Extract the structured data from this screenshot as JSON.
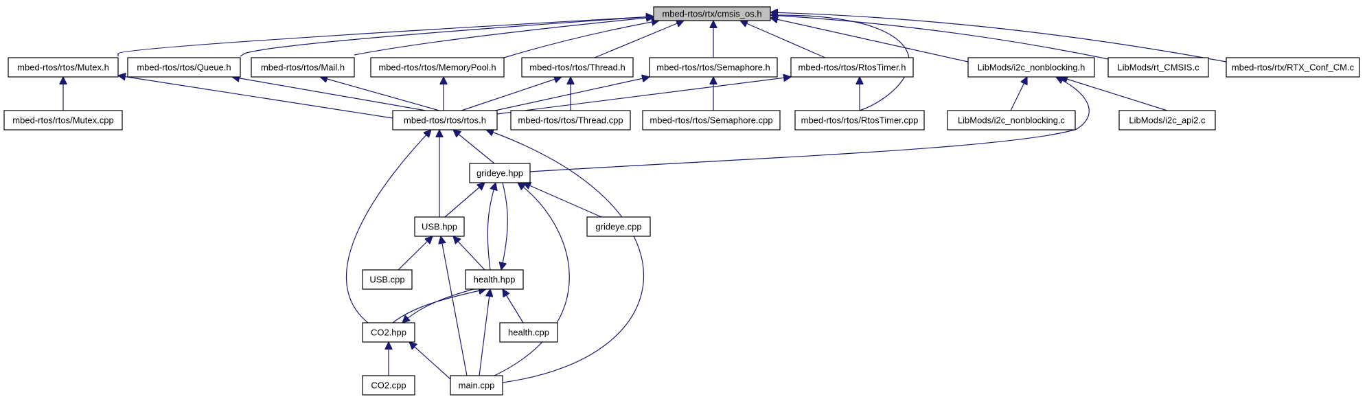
{
  "graph": {
    "nodes": [
      {
        "id": "cmsis_os_h",
        "label": "mbed-rtos/rtx/cmsis_os.h",
        "root": true
      },
      {
        "id": "mutex_h",
        "label": "mbed-rtos/rtos/Mutex.h"
      },
      {
        "id": "queue_h",
        "label": "mbed-rtos/rtos/Queue.h"
      },
      {
        "id": "mail_h",
        "label": "mbed-rtos/rtos/Mail.h"
      },
      {
        "id": "memorypool_h",
        "label": "mbed-rtos/rtos/MemoryPool.h"
      },
      {
        "id": "thread_h",
        "label": "mbed-rtos/rtos/Thread.h"
      },
      {
        "id": "semaphore_h",
        "label": "mbed-rtos/rtos/Semaphore.h"
      },
      {
        "id": "rtostimer_h",
        "label": "mbed-rtos/rtos/RtosTimer.h"
      },
      {
        "id": "i2c_nonblocking_h",
        "label": "LibMods/i2c_nonblocking.h"
      },
      {
        "id": "rt_cmsis_c",
        "label": "LibMods/rt_CMSIS.c"
      },
      {
        "id": "rtx_conf_cm_c",
        "label": "mbed-rtos/rtx/RTX_Conf_CM.c"
      },
      {
        "id": "mutex_cpp",
        "label": "mbed-rtos/rtos/Mutex.cpp"
      },
      {
        "id": "rtos_h",
        "label": "mbed-rtos/rtos/rtos.h"
      },
      {
        "id": "thread_cpp",
        "label": "mbed-rtos/rtos/Thread.cpp"
      },
      {
        "id": "semaphore_cpp",
        "label": "mbed-rtos/rtos/Semaphore.cpp"
      },
      {
        "id": "rtostimer_cpp",
        "label": "mbed-rtos/rtos/RtosTimer.cpp"
      },
      {
        "id": "i2c_nonblocking_c",
        "label": "LibMods/i2c_nonblocking.c"
      },
      {
        "id": "i2c_api2_c",
        "label": "LibMods/i2c_api2.c"
      },
      {
        "id": "grideye_hpp",
        "label": "grideye.hpp"
      },
      {
        "id": "usb_hpp",
        "label": "USB.hpp"
      },
      {
        "id": "grideye_cpp",
        "label": "grideye.cpp"
      },
      {
        "id": "usb_cpp",
        "label": "USB.cpp"
      },
      {
        "id": "health_hpp",
        "label": "health.hpp"
      },
      {
        "id": "co2_hpp",
        "label": "CO2.hpp"
      },
      {
        "id": "health_cpp",
        "label": "health.cpp"
      },
      {
        "id": "co2_cpp",
        "label": "CO2.cpp"
      },
      {
        "id": "main_cpp",
        "label": "main.cpp"
      }
    ],
    "edges": [
      {
        "from": "mutex_h",
        "to": "cmsis_os_h"
      },
      {
        "from": "queue_h",
        "to": "cmsis_os_h"
      },
      {
        "from": "mail_h",
        "to": "cmsis_os_h"
      },
      {
        "from": "memorypool_h",
        "to": "cmsis_os_h"
      },
      {
        "from": "thread_h",
        "to": "cmsis_os_h"
      },
      {
        "from": "semaphore_h",
        "to": "cmsis_os_h"
      },
      {
        "from": "rtostimer_h",
        "to": "cmsis_os_h"
      },
      {
        "from": "rtostimer_cpp",
        "to": "cmsis_os_h"
      },
      {
        "from": "i2c_nonblocking_h",
        "to": "cmsis_os_h"
      },
      {
        "from": "rt_cmsis_c",
        "to": "cmsis_os_h"
      },
      {
        "from": "rtx_conf_cm_c",
        "to": "cmsis_os_h"
      },
      {
        "from": "mutex_cpp",
        "to": "mutex_h"
      },
      {
        "from": "rtos_h",
        "to": "mutex_h"
      },
      {
        "from": "rtos_h",
        "to": "queue_h"
      },
      {
        "from": "rtos_h",
        "to": "mail_h"
      },
      {
        "from": "rtos_h",
        "to": "memorypool_h"
      },
      {
        "from": "rtos_h",
        "to": "thread_h"
      },
      {
        "from": "thread_cpp",
        "to": "thread_h"
      },
      {
        "from": "rtos_h",
        "to": "semaphore_h"
      },
      {
        "from": "semaphore_cpp",
        "to": "semaphore_h"
      },
      {
        "from": "rtos_h",
        "to": "rtostimer_h"
      },
      {
        "from": "rtostimer_cpp",
        "to": "rtostimer_h"
      },
      {
        "from": "i2c_nonblocking_c",
        "to": "i2c_nonblocking_h"
      },
      {
        "from": "i2c_api2_c",
        "to": "i2c_nonblocking_h"
      },
      {
        "from": "grideye_hpp",
        "to": "i2c_nonblocking_h"
      },
      {
        "from": "grideye_hpp",
        "to": "rtos_h"
      },
      {
        "from": "usb_hpp",
        "to": "rtos_h"
      },
      {
        "from": "co2_hpp",
        "to": "rtos_h"
      },
      {
        "from": "main_cpp",
        "to": "rtos_h"
      },
      {
        "from": "usb_hpp",
        "to": "grideye_hpp"
      },
      {
        "from": "grideye_cpp",
        "to": "grideye_hpp"
      },
      {
        "from": "health_hpp",
        "to": "grideye_hpp"
      },
      {
        "from": "grideye_hpp",
        "to": "health_hpp"
      },
      {
        "from": "main_cpp",
        "to": "grideye_hpp"
      },
      {
        "from": "usb_cpp",
        "to": "usb_hpp"
      },
      {
        "from": "health_hpp",
        "to": "usb_hpp"
      },
      {
        "from": "main_cpp",
        "to": "usb_hpp"
      },
      {
        "from": "co2_hpp",
        "to": "health_hpp"
      },
      {
        "from": "health_cpp",
        "to": "health_hpp"
      },
      {
        "from": "main_cpp",
        "to": "health_hpp"
      },
      {
        "from": "health_hpp",
        "to": "co2_hpp"
      },
      {
        "from": "co2_cpp",
        "to": "co2_hpp"
      },
      {
        "from": "main_cpp",
        "to": "co2_hpp"
      }
    ]
  }
}
